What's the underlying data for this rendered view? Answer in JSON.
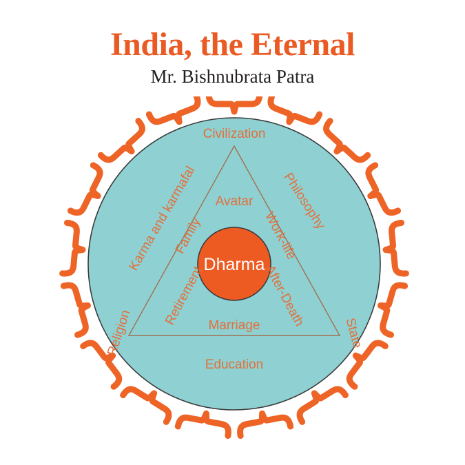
{
  "header": {
    "title": "India, the Eternal",
    "author": "Mr. Bishnubrata Patra"
  },
  "diagram": {
    "core_label": "Dharma",
    "outer_ring_labels": [
      "Civilization",
      "Philosophy",
      "State",
      "Education",
      "Religion",
      "Karma and karmafal"
    ],
    "inner_triangle_labels": [
      "Avatar",
      "Work-life",
      "After-Death",
      "Marriage",
      "Retirement",
      "Family"
    ],
    "shapes": {
      "outer_border": "cusped-arch-ring",
      "disc": "circle",
      "inner": "triangle",
      "core": "circle"
    }
  },
  "colors": {
    "accent_orange": "#ea5b24",
    "border_orange": "#ee6426",
    "disc_teal": "#8fd1d2",
    "disc_stroke": "#3b3b3b",
    "triangle_stroke": "#a07050",
    "label_orange": "#e0703c",
    "core_text": "#ffffff",
    "subtitle_dark": "#231f20",
    "background": "#ffffff"
  }
}
